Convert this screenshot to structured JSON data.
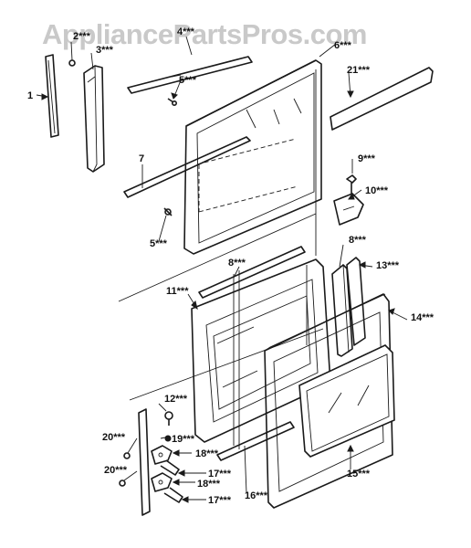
{
  "watermark": "AppliancePartsPros.com",
  "callouts": {
    "c1": "1",
    "c2": "2***",
    "c3": "3***",
    "c4": "4***",
    "c5a": "5***",
    "c5b": "5***",
    "c6": "6***",
    "c7": "7",
    "c8a": "8***",
    "c8b": "8***",
    "c9": "9***",
    "c10": "10***",
    "c11": "11***",
    "c12": "12***",
    "c13": "13***",
    "c14": "14***",
    "c15": "15***",
    "c16": "16***",
    "c17a": "17***",
    "c17b": "17***",
    "c18a": "18***",
    "c18b": "18***",
    "c19": "19***",
    "c20a": "20***",
    "c20b": "20***",
    "c21": "21***"
  }
}
